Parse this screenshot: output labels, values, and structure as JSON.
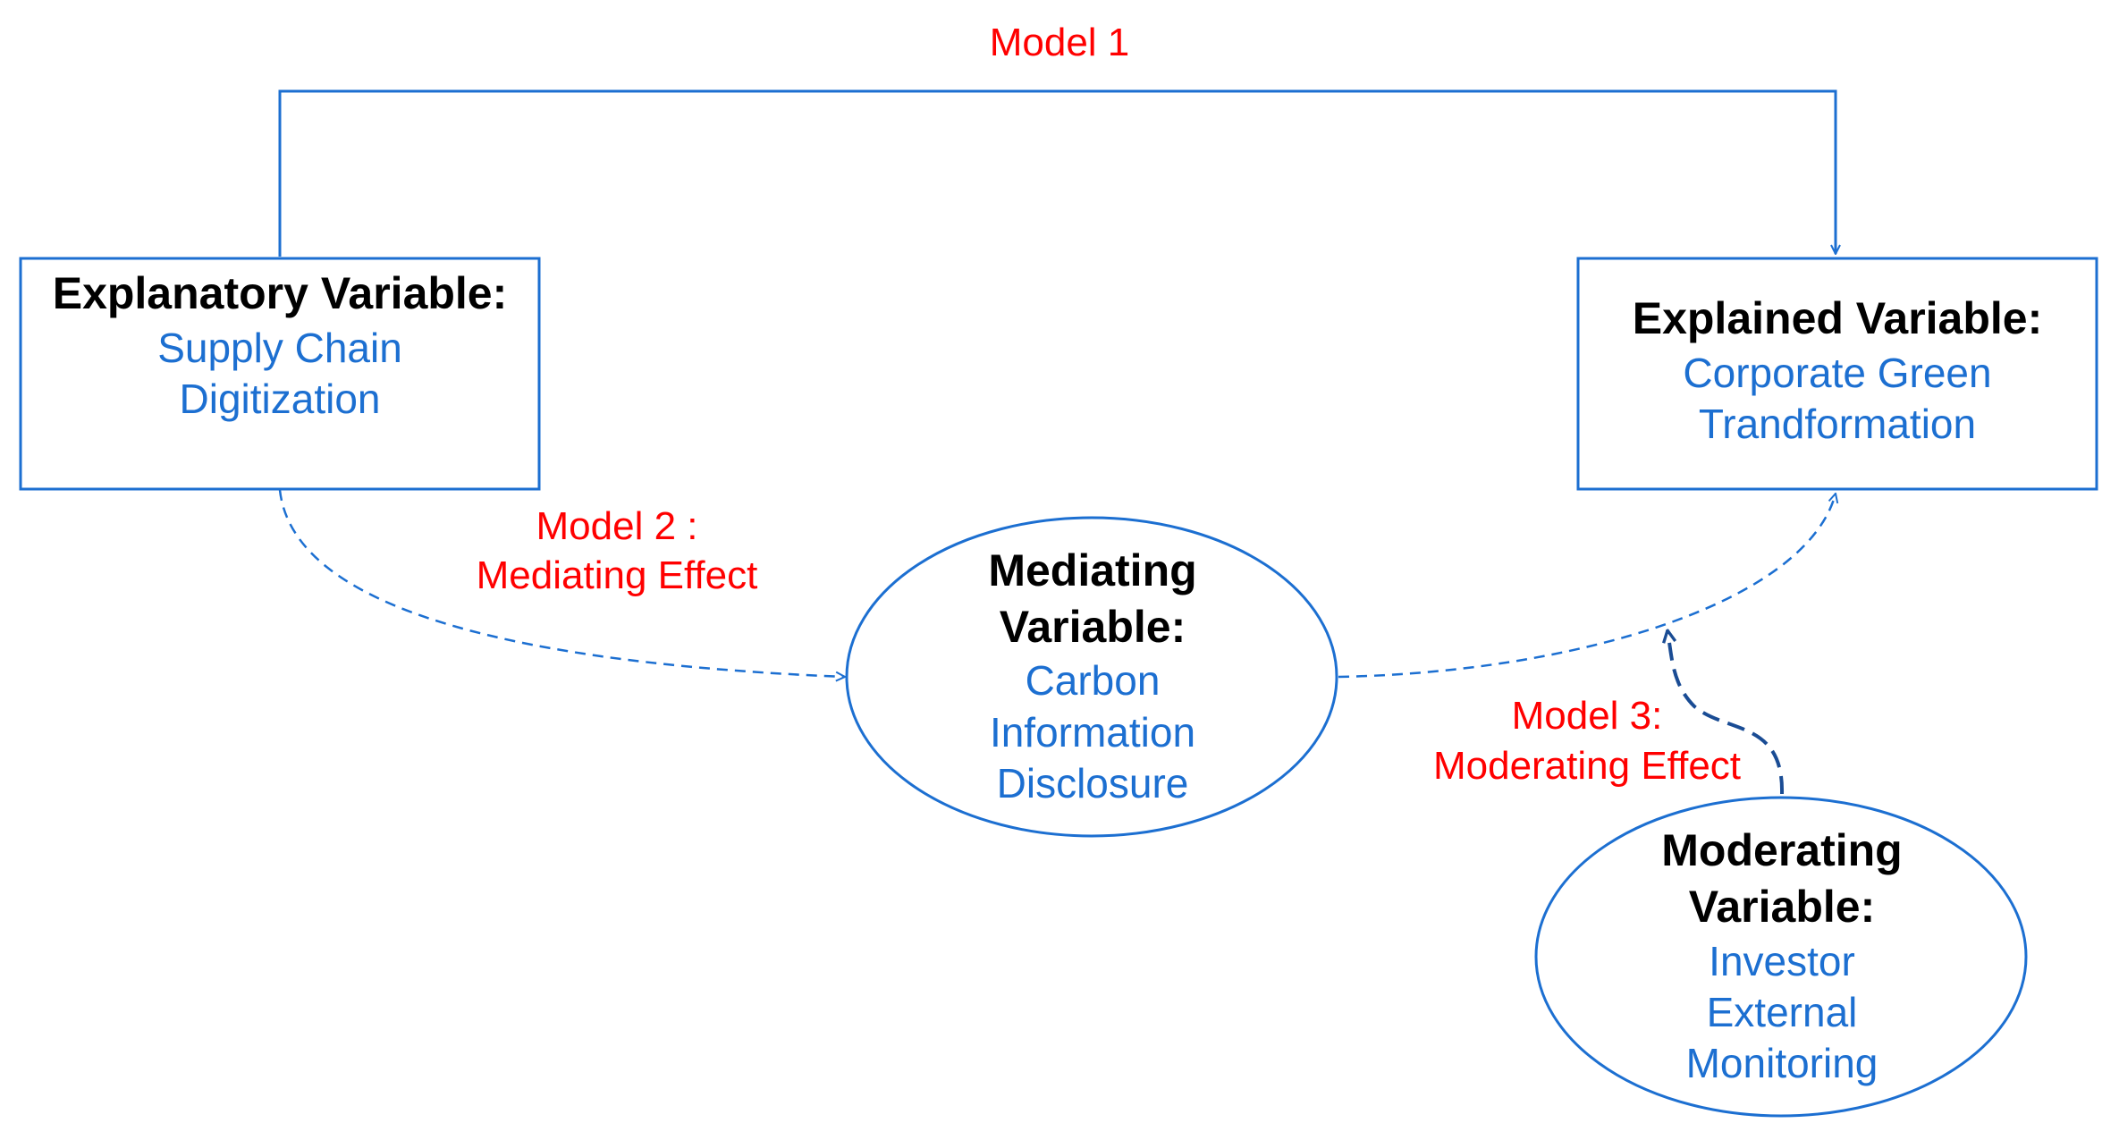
{
  "colors": {
    "box_stroke": "#1c6fd1",
    "term_text": "#1c6fd1",
    "model_text": "#ff0000",
    "heading_text": "#000000",
    "moderator_arrow": "#1a4c94"
  },
  "models": {
    "model1": "Model 1",
    "model2": [
      "Model 2 :",
      "Mediating Effect"
    ],
    "model3": [
      "Model 3:",
      "Moderating Effect"
    ]
  },
  "nodes": {
    "explanatory": {
      "heading": "Explanatory Variable:",
      "term": [
        "Supply Chain",
        "Digitization"
      ]
    },
    "explained": {
      "heading": "Explained Variable:",
      "term": [
        "Corporate Green",
        "Trandformation"
      ]
    },
    "mediating": {
      "heading": [
        "Mediating",
        "Variable:"
      ],
      "term": [
        "Carbon",
        "Information",
        "Disclosure"
      ]
    },
    "moderating": {
      "heading": [
        "Moderating",
        "Variable:"
      ],
      "term": [
        "Investor",
        "External",
        "Monitoring"
      ]
    }
  }
}
